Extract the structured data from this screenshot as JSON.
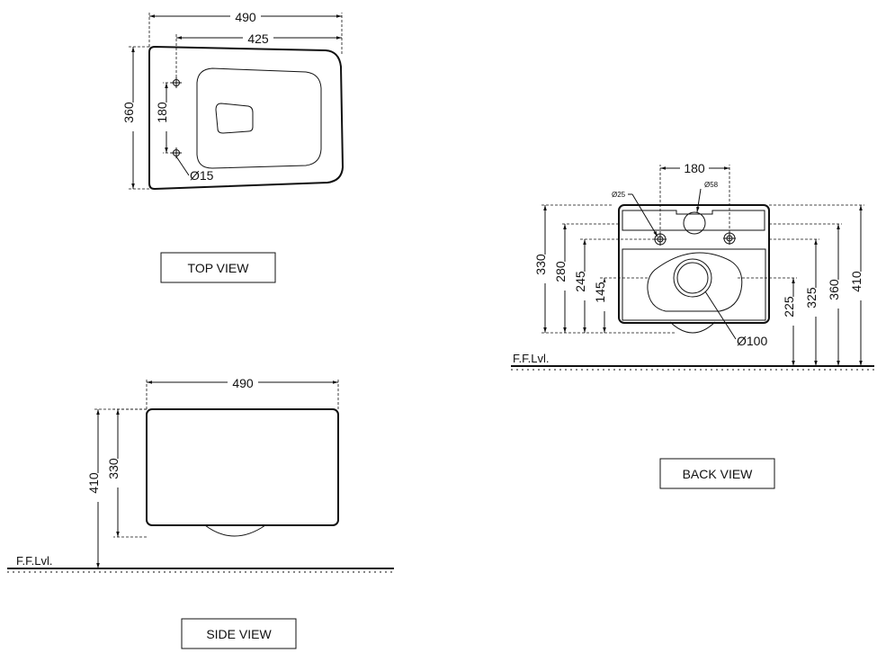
{
  "top_view": {
    "dim_width_total": "490",
    "dim_width_inner": "425",
    "dim_depth": "360",
    "dim_hole_spacing": "180",
    "dim_hole_dia": "Ø15",
    "label": "TOP VIEW"
  },
  "side_view": {
    "dim_width": "490",
    "dim_height_total": "410",
    "dim_height_body": "330",
    "floor_label": "F.F.Lvl.",
    "label": "SIDE VIEW"
  },
  "back_view": {
    "dim_bolt_spacing": "180",
    "dim_small_hole": "Ø25",
    "dim_inlet": "Ø58",
    "dim_outlet": "Ø100",
    "dim_330": "330",
    "dim_280": "280",
    "dim_245": "245",
    "dim_145": "145",
    "dim_225": "225",
    "dim_325": "325",
    "dim_360": "360",
    "dim_410": "410",
    "floor_label": "F.F.Lvl.",
    "label": "BACK VIEW"
  }
}
